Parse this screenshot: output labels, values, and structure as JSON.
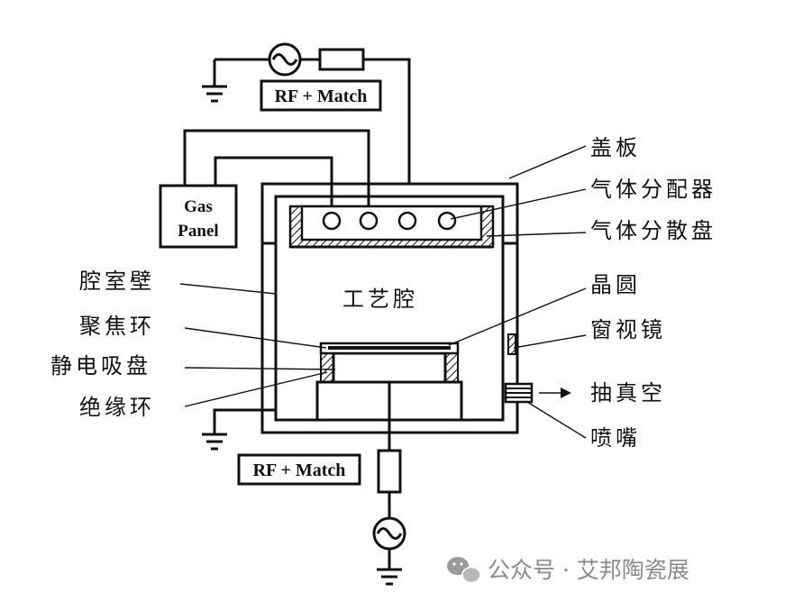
{
  "diagram": {
    "rf_top_label": "RF + Match",
    "rf_bottom_label": "RF + Match",
    "gas_panel_line1": "Gas",
    "gas_panel_line2": "Panel",
    "chamber_label": "工艺腔",
    "labels_left": {
      "chamber_wall": "腔室壁",
      "focus_ring": "聚焦环",
      "esc": "静电吸盘",
      "insulator_ring": "绝缘环"
    },
    "labels_right": {
      "lid": "盖板",
      "gas_distributor": "气体分配器",
      "gas_diffuser": "气体分散盘",
      "wafer": "晶圆",
      "viewport": "窗视镜",
      "vacuum": "抽真空",
      "nozzle": "喷嘴"
    }
  },
  "watermark": {
    "icon": "wechat-icon",
    "text": "公众号 · 艾邦陶瓷展"
  },
  "colors": {
    "line": "#111111",
    "watermark": "#8a8a8a",
    "background": "#ffffff"
  }
}
